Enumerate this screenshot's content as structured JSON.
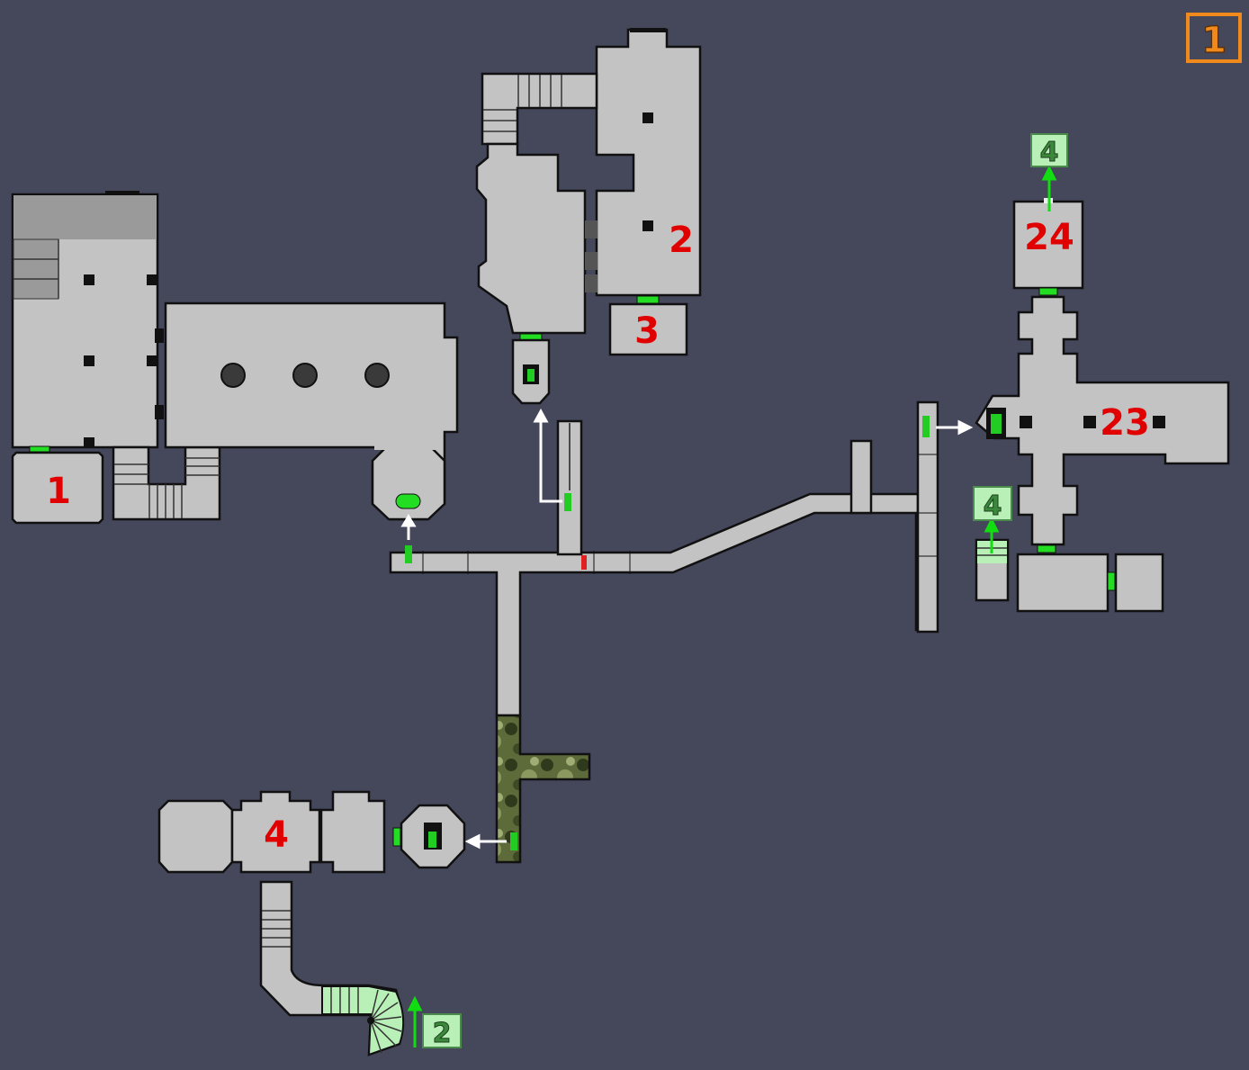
{
  "floor_indicator": "1",
  "room_numbers": {
    "r1": "1",
    "r2": "2",
    "r3": "3",
    "r4": "4",
    "r23": "23",
    "r24": "24"
  },
  "exit_badges": {
    "top_right": "4",
    "mid_right": "4",
    "bottom": "2"
  },
  "colors": {
    "background": "#45475a",
    "room_fill": "#c3c3c3",
    "door": "#22dd22",
    "locked_door": "#e02020",
    "room_number": "#e00000",
    "exit_badge": "#b8f0b8",
    "floor_badge": "#f08a1c"
  }
}
